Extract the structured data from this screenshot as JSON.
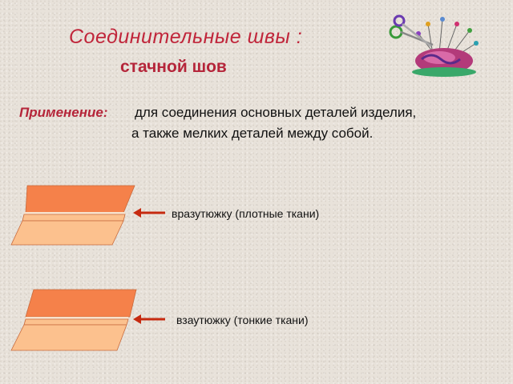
{
  "slide": {
    "title": "Соединительные швы :",
    "subtitle": "стачной шов",
    "usage_label": "Применение:",
    "usage_line1": "для соединения основных деталей изделия,",
    "usage_line2": "а также мелких деталей между собой."
  },
  "seams": [
    {
      "label": "вразутюжку (плотные ткани)"
    },
    {
      "label": "взаутюжку (тонкие ткани)"
    }
  ],
  "colors": {
    "title": "#c0253a",
    "top_fabric": "#f5814a",
    "bottom_fabric": "#fcc18e",
    "arrow": "#c62a10"
  },
  "icons": {
    "decoration": "pincushion-with-scissors-icon"
  }
}
